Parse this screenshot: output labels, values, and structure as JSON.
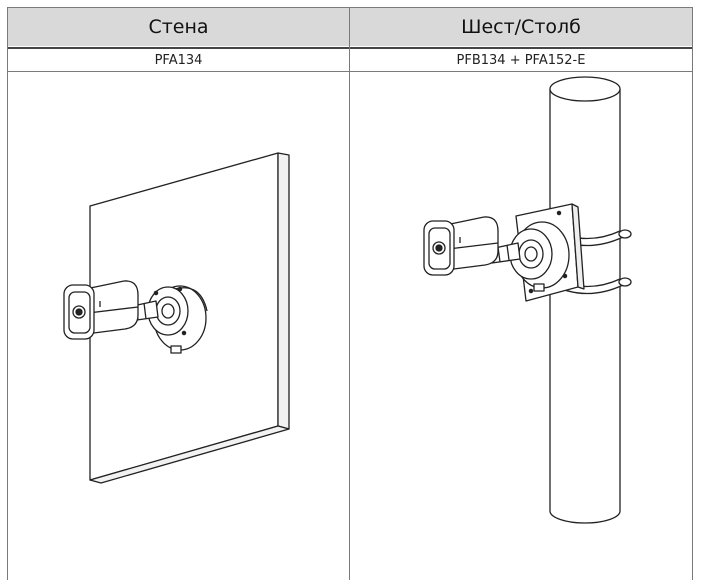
{
  "table": {
    "headers": [
      "Стена",
      "Шест/Столб"
    ],
    "models": [
      "PFA134",
      "PFB134 + PFA152-E"
    ]
  },
  "figures": [
    {
      "icon": "wall-mount-camera-illustration"
    },
    {
      "icon": "pole-mount-camera-illustration"
    }
  ]
}
